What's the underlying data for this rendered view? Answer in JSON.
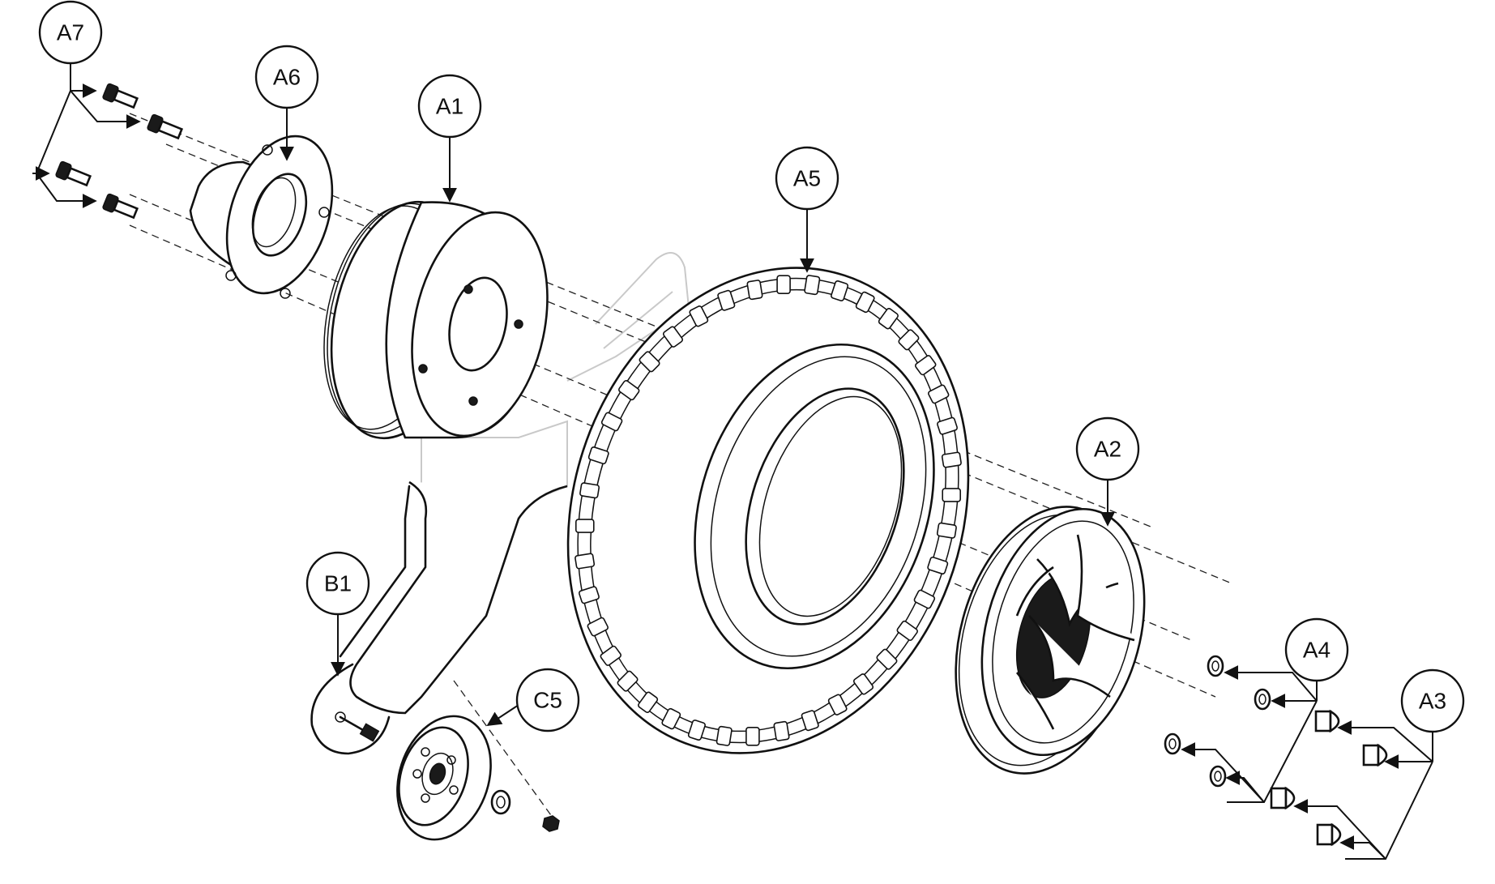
{
  "callouts": [
    {
      "id": "A7",
      "label": "A7"
    },
    {
      "id": "A6",
      "label": "A6"
    },
    {
      "id": "A1",
      "label": "A1"
    },
    {
      "id": "A5",
      "label": "A5"
    },
    {
      "id": "A2",
      "label": "A2"
    },
    {
      "id": "B1",
      "label": "B1"
    },
    {
      "id": "C5",
      "label": "C5"
    },
    {
      "id": "A4",
      "label": "A4"
    },
    {
      "id": "A3",
      "label": "A3"
    }
  ],
  "colors": {
    "line": "#111111",
    "ghost": "#c9c9c9",
    "background": "#ffffff"
  }
}
